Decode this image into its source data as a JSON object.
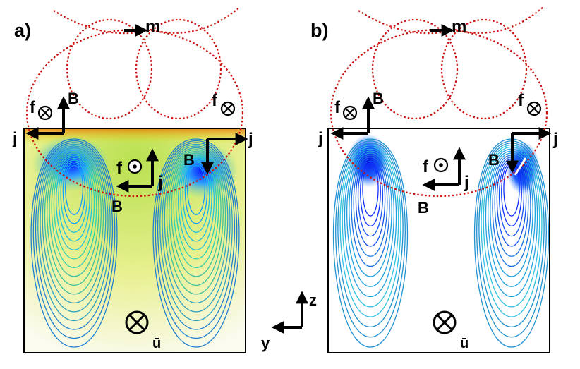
{
  "panels": [
    {
      "tag": "a)",
      "labels": {
        "m": "m",
        "B": "B",
        "f": "f",
        "j": "j",
        "u": "ū"
      }
    },
    {
      "tag": "b)",
      "labels": {
        "m": "m",
        "B": "B",
        "f": "f",
        "j": "j",
        "u": "ū"
      }
    }
  ],
  "axes": {
    "z": "z",
    "y": "y"
  },
  "colors": {
    "field_lines": "#cc1111",
    "arrows": "#000000",
    "vortex_core": "#1010e0",
    "streamline_outer": "#2060d0",
    "hot_wall": "#e8b000"
  }
}
